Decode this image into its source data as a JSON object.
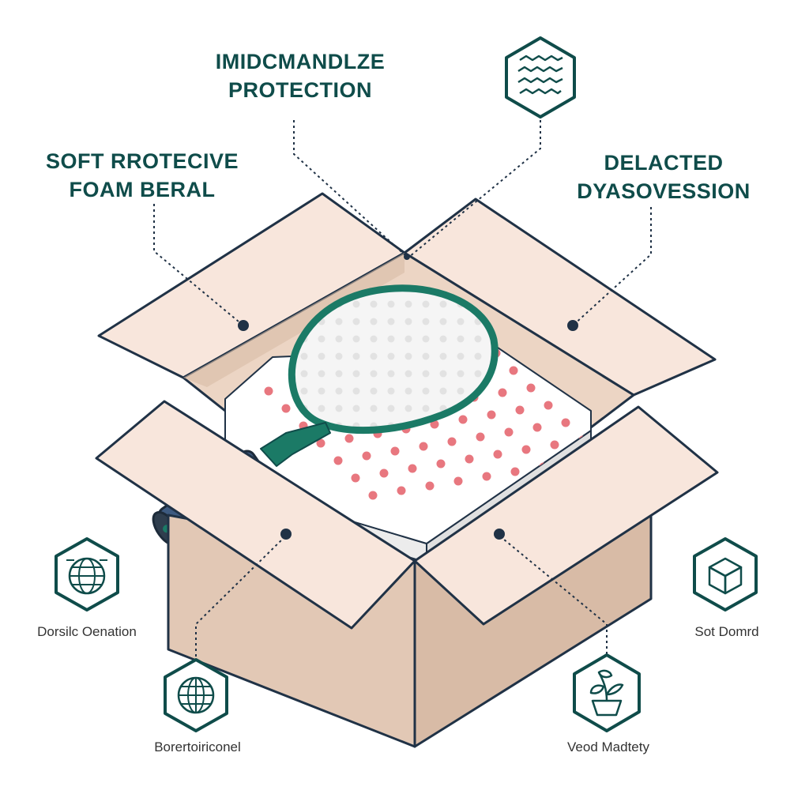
{
  "callouts": {
    "top": {
      "line1": "IMIDCMANDLZE",
      "line2": "PROTECTION"
    },
    "left": {
      "line1": "SOFT RROTECIVE",
      "line2": "FOAM BERAL"
    },
    "right": {
      "line1": "DELACTED",
      "line2": "DYASOVESSION"
    }
  },
  "features": {
    "left": {
      "label": "Dorsilc Oenation",
      "icon": "globe-icon"
    },
    "right": {
      "label": "Sot Domrd",
      "icon": "cube-icon"
    },
    "bottom_left": {
      "label": "Borertoiriconel",
      "icon": "globe-icon"
    },
    "bottom_right": {
      "label": "Veod Madtety",
      "icon": "plant-icon"
    },
    "top": {
      "icon": "waves-icon"
    }
  },
  "colors": {
    "accent": "#0f4c4a",
    "paddle_edge": "#1b7a66",
    "box_flap": "#f8e6dc",
    "box_side": "#e2c8b5",
    "box_outline": "#203246",
    "foam_dot": "#e8777f",
    "grip": "#3d5a80"
  }
}
